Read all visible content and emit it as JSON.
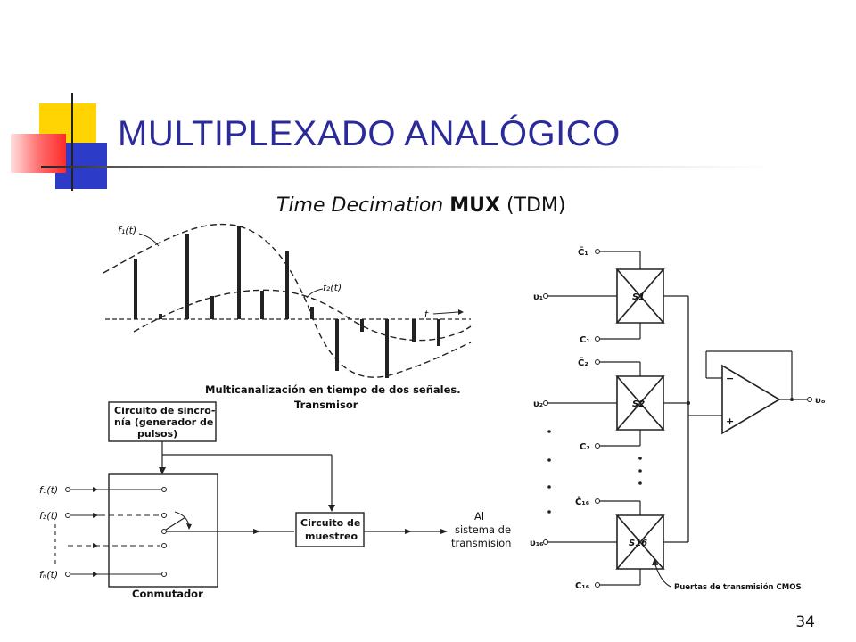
{
  "slide": {
    "title": "MULTIPLEXADO ANALÓGICO",
    "subtitle_italic": "Time Decimation",
    "subtitle_bold": "MUX",
    "subtitle_rest": "(TDM)",
    "page_number": "34"
  },
  "waveform": {
    "label_f1": "f₁(t)",
    "label_f2": "f₂(t)",
    "label_t": "t",
    "caption_line1": "Multicanalización en tiempo de dos señales.",
    "caption_line2": "Transmisor"
  },
  "block_diagram": {
    "sync_line1": "Circuito de sincro-",
    "sync_line2": "nía (generador de",
    "sync_line3": "pulsos)",
    "input_1": "f₁(t)",
    "input_2": "f₂(t)",
    "input_n": "fₙ(t)",
    "commutator_label": "Conmutador",
    "sampler_line1": "Circuito de",
    "sampler_line2": "muestreo",
    "output_line1": "Al",
    "output_line2": "sistema de",
    "output_line3": "transmision"
  },
  "cmos_circuit": {
    "c1_bar": "C̄₁",
    "v1": "υ₁",
    "s1": "S1",
    "c1": "C₁",
    "c2_bar": "C̄₂",
    "v2": "υ₂",
    "s2": "S2",
    "c2": "C₂",
    "c16_bar": "C̄₁₆",
    "v16": "υ₁₆",
    "s16": "S16",
    "c16": "C₁₆",
    "vo": "υₒ",
    "gates_label": "Puertas de transmisión CMOS"
  }
}
